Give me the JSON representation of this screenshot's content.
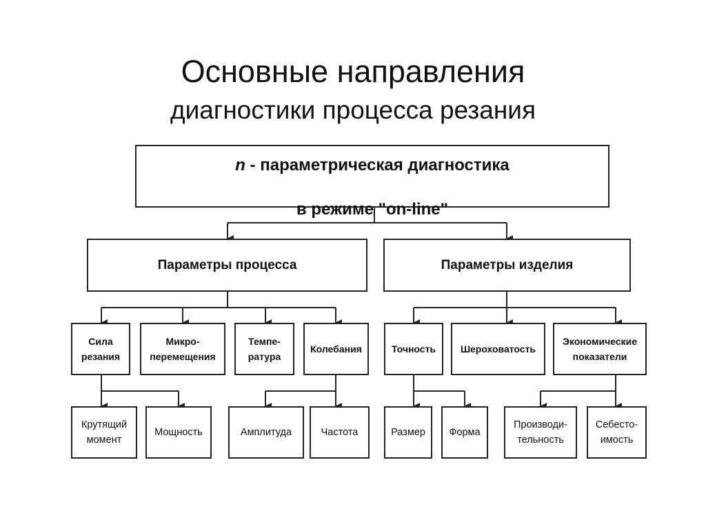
{
  "title": {
    "line1": "Основные направления",
    "line2": "диагностики процесса резания"
  },
  "root": {
    "prefix": "n",
    "line1_rest": " - параметрическая диагностика",
    "line2": "в режиме \"on-line\""
  },
  "level2": [
    {
      "label": "Параметры процесса"
    },
    {
      "label": "Параметры изделия"
    }
  ],
  "level3": [
    {
      "label": "Сила\nрезания",
      "parent": 0
    },
    {
      "label": "Микро-\nперемещения",
      "parent": 0
    },
    {
      "label": "Темпе-\nратура",
      "parent": 0
    },
    {
      "label": "Колебания",
      "parent": 0
    },
    {
      "label": "Точность",
      "parent": 1
    },
    {
      "label": "Шероховатость",
      "parent": 1
    },
    {
      "label": "Экономические\nпоказатели",
      "parent": 1
    }
  ],
  "level4": [
    {
      "label": "Крутящий\nмомент",
      "parent": 0
    },
    {
      "label": "Мощность",
      "parent": 0
    },
    {
      "label": "Амплитуда",
      "parent": 3
    },
    {
      "label": "Частота",
      "parent": 3
    },
    {
      "label": "Размер",
      "parent": 4
    },
    {
      "label": "Форма",
      "parent": 4
    },
    {
      "label": "Производи-\nтельность",
      "parent": 6
    },
    {
      "label": "Себесто-\nимость",
      "parent": 6
    }
  ]
}
